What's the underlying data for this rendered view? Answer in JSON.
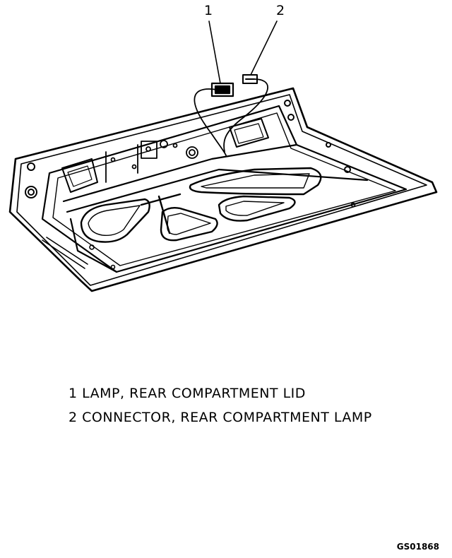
{
  "callouts": [
    {
      "number": "1"
    },
    {
      "number": "2"
    }
  ],
  "legend": [
    {
      "number": "1",
      "text": "LAMP, REAR COMPARTMENT LID"
    },
    {
      "number": "2",
      "text": "CONNECTOR, REAR COMPARTMENT LAMP"
    }
  ],
  "figure_id": "GS01868",
  "colors": {
    "ink": "#000000",
    "background": "#ffffff"
  }
}
